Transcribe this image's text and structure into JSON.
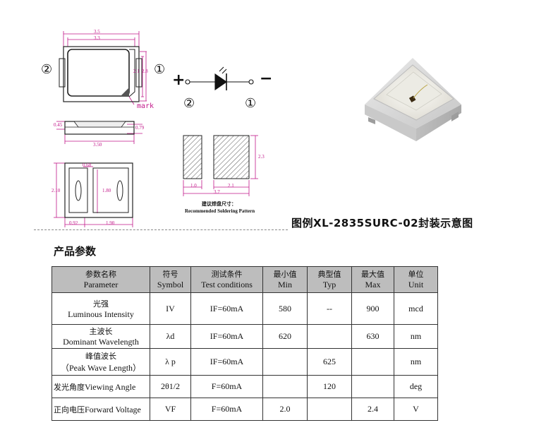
{
  "figure": {
    "caption": "图例XL-2835SURC-02封装示意图",
    "pin2_label": "②",
    "pin1_label": "①",
    "mark_label": "mark",
    "plus": "+",
    "minus": "−",
    "dims": {
      "top_width_outer": "3.5",
      "top_width_inner": "3.3",
      "right_h1": "2.1",
      "right_h2": "2.8",
      "side_left": "0.45",
      "side_right": "0.79",
      "side_width": "3.50",
      "bottom_w1": "0.60",
      "bottom_left_h": "2.10",
      "bottom_mid_h": "1.80",
      "bottom_w2": "0.92",
      "bottom_w3": "1.90",
      "pad_h": "2.3",
      "pad_w1": "1.0",
      "pad_w2": "2.1",
      "pad_total": "3.7"
    },
    "solder_cn": "建议焊盘尺寸：",
    "solder_en": "Recommended Soldering Pattern"
  },
  "section_title": "产品参数",
  "table": {
    "headers": [
      {
        "cn": "参数名称",
        "en": "Parameter"
      },
      {
        "cn": "符号",
        "en": "Symbol"
      },
      {
        "cn": "测试条件",
        "en": "Test conditions"
      },
      {
        "cn": "最小值",
        "en": "Min"
      },
      {
        "cn": "典型值",
        "en": "Typ"
      },
      {
        "cn": "最大值",
        "en": "Max"
      },
      {
        "cn": "单位",
        "en": "Unit"
      }
    ],
    "rows": [
      {
        "param_cn": "光强",
        "param_en": "Luminous Intensity",
        "symbol": "IV",
        "cond": "IF=60mA",
        "min": "580",
        "typ": "--",
        "max": "900",
        "unit": "mcd"
      },
      {
        "param_cn": "主波长",
        "param_en": "Dominant Wavelength",
        "symbol": "λd",
        "cond": "IF=60mA",
        "min": "620",
        "typ": "",
        "max": "630",
        "unit": "nm"
      },
      {
        "param_cn": "峰值波长",
        "param_en": "（Peak Wave Length）",
        "symbol": "λ p",
        "cond": "IF=60mA",
        "min": "",
        "typ": "625",
        "max": "",
        "unit": "nm"
      },
      {
        "param_cn": "发光角度",
        "param_en": "Viewing Angle",
        "symbol": "2θ1/2",
        "cond": "F=60mA",
        "min": "",
        "typ": "120",
        "max": "",
        "unit": "deg"
      },
      {
        "param_cn": "正向电压",
        "param_en": "Forward Voltage",
        "symbol": "VF",
        "cond": "F=60mA",
        "min": "2.0",
        "typ": "",
        "max": "2.4",
        "unit": "V"
      }
    ]
  }
}
